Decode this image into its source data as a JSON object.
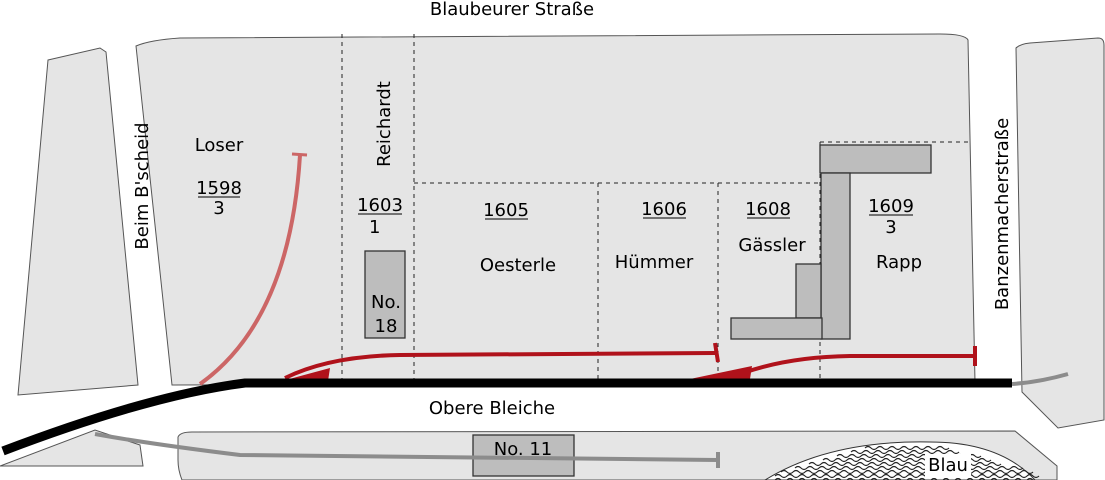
{
  "streets": {
    "north": "Blaubeurer Straße",
    "west": "Beim B'scheid",
    "east": "Banzenmacherstraße",
    "south": "Obere Bleiche"
  },
  "river": "Blau",
  "parcels": {
    "loser": {
      "number": "1598",
      "sub": "3",
      "owner": "Loser"
    },
    "reichardt": {
      "number": "1603",
      "sub": "1",
      "owner": "Reichardt"
    },
    "oesterle": {
      "number": "1605",
      "owner": "Oesterle"
    },
    "huemmer": {
      "number": "1606",
      "owner": "Hümmer"
    },
    "gaessler": {
      "number": "1608",
      "owner": "Gässler"
    },
    "rapp": {
      "number": "1609",
      "sub": "3",
      "owner": "Rapp"
    }
  },
  "buildings": {
    "no18_line1": "No.",
    "no18_line2": "18",
    "no11": "No. 11"
  },
  "colors": {
    "parcel": "#e5e5e5",
    "building": "#bdbdbd",
    "main_track": "#000000",
    "red_track": "#b0121b",
    "light_red_track": "#cc6666",
    "grey_track": "#8c8c8c"
  }
}
